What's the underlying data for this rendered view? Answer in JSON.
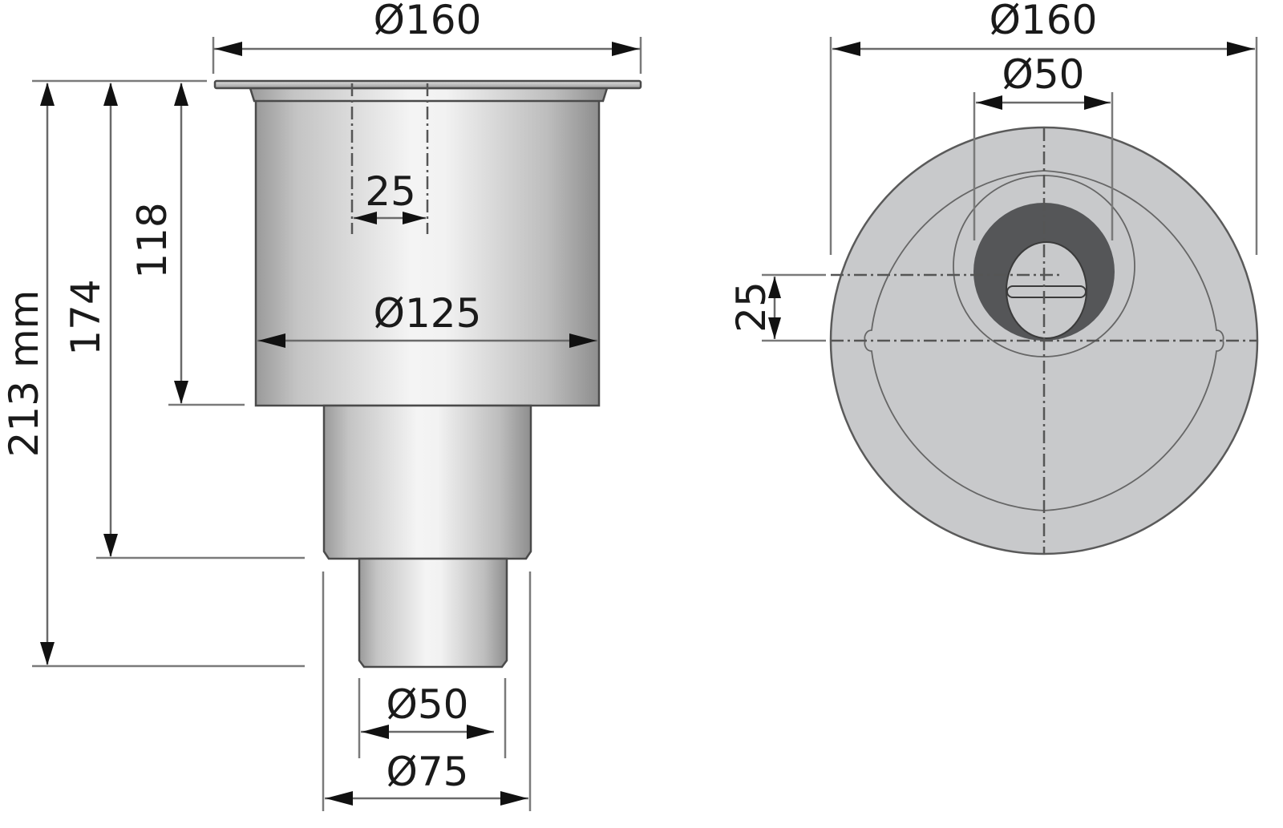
{
  "drawing": {
    "side_view": {
      "dimensions": {
        "flange_diameter": "Ø160",
        "body_diameter": "Ø125",
        "offset_width": "25",
        "outlet_inner_diameter": "Ø50",
        "outlet_outer_diameter": "Ø75",
        "total_height": "213 mm",
        "height_to_step": "174",
        "body_height": "118"
      }
    },
    "top_view": {
      "dimensions": {
        "flange_diameter": "Ø160",
        "outlet_diameter": "Ø50",
        "outlet_offset": "25"
      }
    },
    "colors": {
      "body_light": "#f4f4f4",
      "body_dark": "#9a9a9a",
      "top_view_fill": "#c8c9cb",
      "outlet_ring": "#555658",
      "line": "#6a6a6a",
      "text": "#1a1a1a"
    }
  }
}
